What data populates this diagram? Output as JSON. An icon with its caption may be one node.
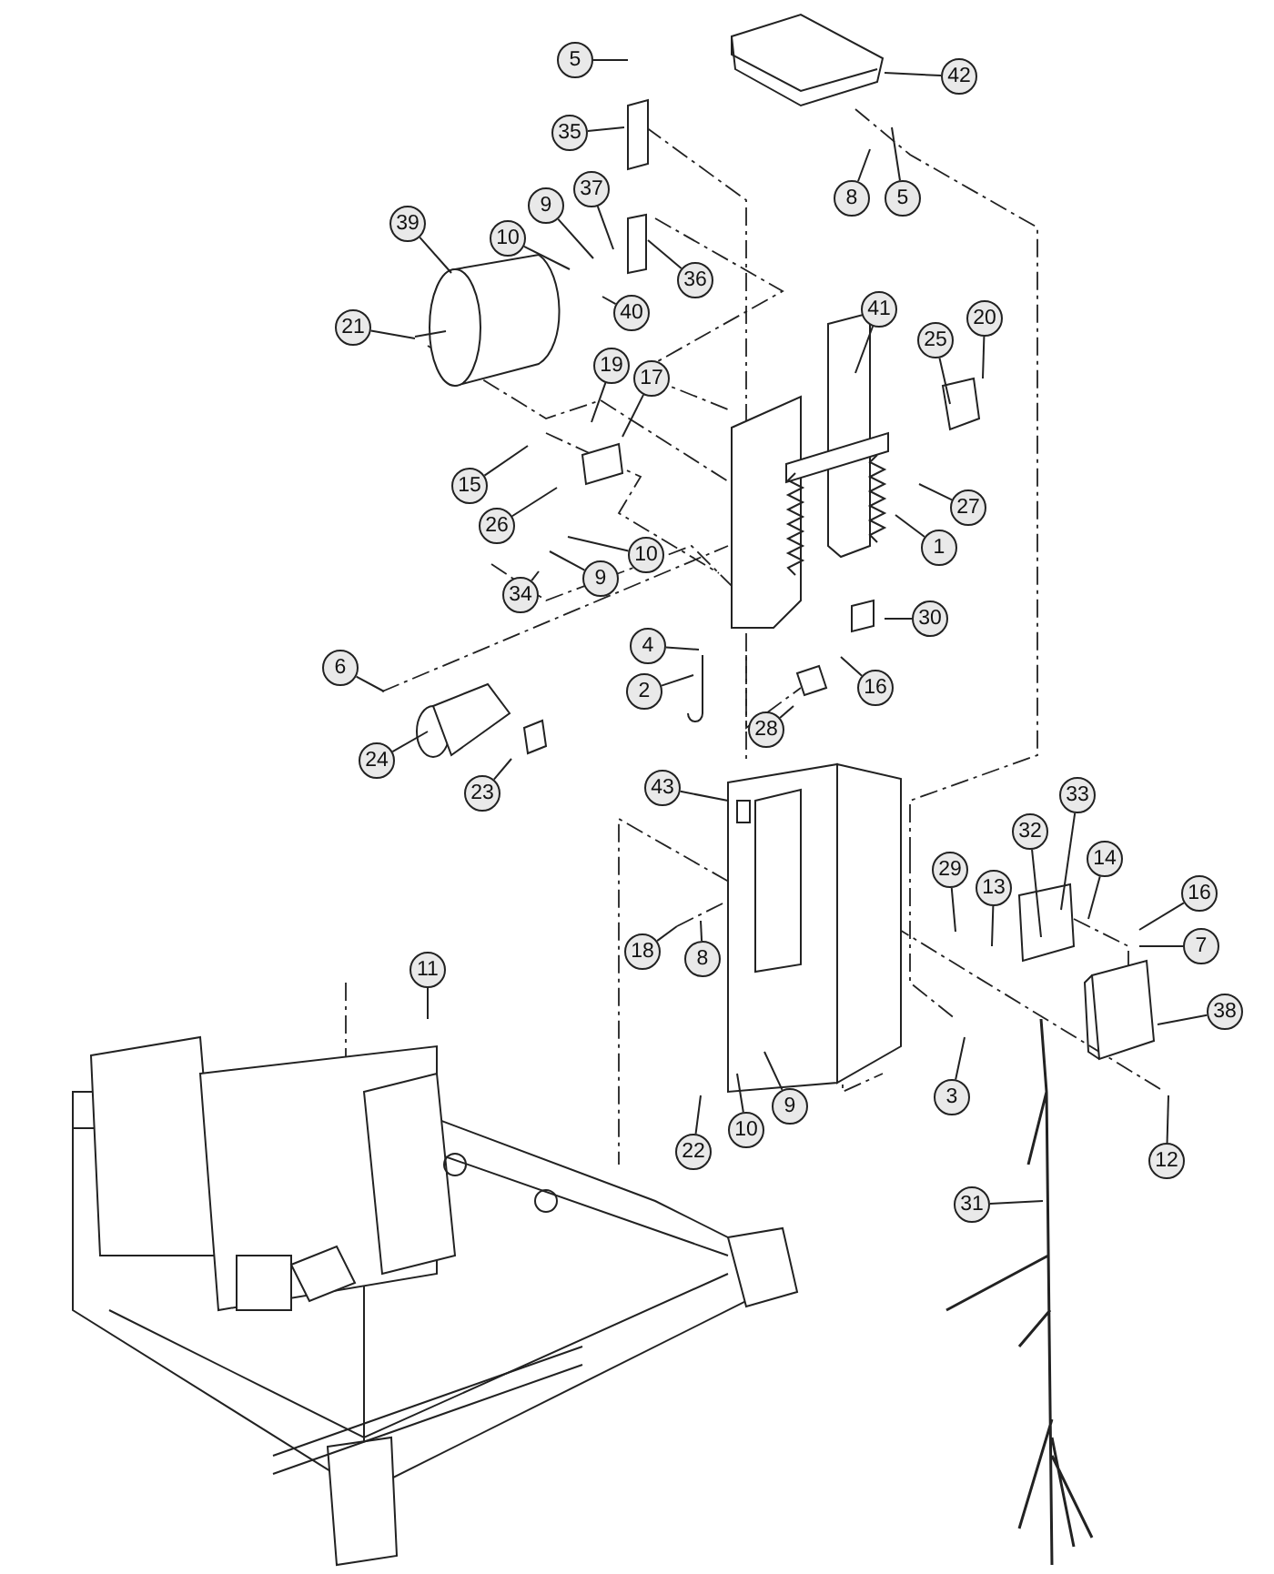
{
  "diagram": {
    "nodes": [
      {
        "text": [
          "5"
        ]
      },
      {
        "text": [
          "42"
        ]
      },
      {
        "text": [
          "35"
        ]
      },
      {
        "text": [
          "8"
        ]
      },
      {
        "text": [
          "5"
        ]
      },
      {
        "text": [
          "39"
        ]
      },
      {
        "text": [
          "9"
        ]
      },
      {
        "text": [
          "37"
        ]
      },
      {
        "text": [
          "10"
        ]
      },
      {
        "text": [
          "36"
        ]
      },
      {
        "text": [
          "40"
        ]
      },
      {
        "text": [
          "21"
        ]
      },
      {
        "text": [
          "19"
        ]
      },
      {
        "text": [
          "17"
        ]
      },
      {
        "text": [
          "41"
        ]
      },
      {
        "text": [
          "25"
        ]
      },
      {
        "text": [
          "20"
        ]
      },
      {
        "text": [
          "15"
        ]
      },
      {
        "text": [
          "26"
        ]
      },
      {
        "text": [
          "27"
        ]
      },
      {
        "text": [
          "1"
        ]
      },
      {
        "text": [
          "10"
        ]
      },
      {
        "text": [
          "9"
        ]
      },
      {
        "text": [
          "34"
        ]
      },
      {
        "text": [
          "30"
        ]
      },
      {
        "text": [
          "4"
        ]
      },
      {
        "text": [
          "6"
        ]
      },
      {
        "text": [
          "2"
        ]
      },
      {
        "text": [
          "16"
        ]
      },
      {
        "text": [
          "28"
        ]
      },
      {
        "text": [
          "24"
        ]
      },
      {
        "text": [
          "23"
        ]
      },
      {
        "text": [
          "43"
        ]
      },
      {
        "text": [
          "33"
        ]
      },
      {
        "text": [
          "32"
        ]
      },
      {
        "text": [
          "14"
        ]
      },
      {
        "text": [
          "29"
        ]
      },
      {
        "text": [
          "13"
        ]
      },
      {
        "text": [
          "16"
        ]
      },
      {
        "text": [
          "7"
        ]
      },
      {
        "text": [
          "18"
        ]
      },
      {
        "text": [
          "8"
        ]
      },
      {
        "text": [
          "38"
        ]
      },
      {
        "text": [
          "11"
        ]
      },
      {
        "text": [
          "3"
        ]
      },
      {
        "text": [
          "9"
        ]
      },
      {
        "text": [
          "10"
        ]
      },
      {
        "text": [
          "22"
        ]
      },
      {
        "text": [
          "12"
        ]
      },
      {
        "text": [
          "31"
        ]
      }
    ],
    "edges": [
      {
        "from": 0,
        "to": null,
        "arrow": "none"
      },
      {
        "from": 1,
        "to": null,
        "arrow": "none"
      },
      {
        "from": 2,
        "to": null,
        "arrow": "none"
      },
      {
        "from": 3,
        "to": null,
        "arrow": "none"
      },
      {
        "from": 4,
        "to": null,
        "arrow": "none"
      },
      {
        "from": 5,
        "to": null,
        "arrow": "none"
      },
      {
        "from": 6,
        "to": null,
        "arrow": "none"
      },
      {
        "from": 7,
        "to": null,
        "arrow": "none"
      },
      {
        "from": 8,
        "to": null,
        "arrow": "none"
      },
      {
        "from": 9,
        "to": null,
        "arrow": "none"
      },
      {
        "from": 10,
        "to": null,
        "arrow": "none"
      },
      {
        "from": 11,
        "to": null,
        "arrow": "none"
      },
      {
        "from": 12,
        "to": null,
        "arrow": "none"
      },
      {
        "from": 13,
        "to": null,
        "arrow": "none"
      },
      {
        "from": 14,
        "to": null,
        "arrow": "none"
      },
      {
        "from": 15,
        "to": null,
        "arrow": "none"
      },
      {
        "from": 16,
        "to": null,
        "arrow": "none"
      },
      {
        "from": 17,
        "to": null,
        "arrow": "none"
      },
      {
        "from": 18,
        "to": null,
        "arrow": "none"
      },
      {
        "from": 19,
        "to": null,
        "arrow": "none"
      },
      {
        "from": 20,
        "to": null,
        "arrow": "none"
      },
      {
        "from": 21,
        "to": null,
        "arrow": "none"
      },
      {
        "from": 22,
        "to": null,
        "arrow": "none"
      },
      {
        "from": 23,
        "to": null,
        "arrow": "none"
      },
      {
        "from": 24,
        "to": null,
        "arrow": "none"
      },
      {
        "from": 25,
        "to": null,
        "arrow": "none"
      },
      {
        "from": 26,
        "to": null,
        "arrow": "none"
      },
      {
        "from": 27,
        "to": null,
        "arrow": "none"
      },
      {
        "from": 28,
        "to": null,
        "arrow": "none"
      },
      {
        "from": 29,
        "to": null,
        "arrow": "none"
      },
      {
        "from": 30,
        "to": null,
        "arrow": "none"
      },
      {
        "from": 31,
        "to": null,
        "arrow": "none"
      },
      {
        "from": 32,
        "to": null,
        "arrow": "none"
      },
      {
        "from": 33,
        "to": null,
        "arrow": "none"
      },
      {
        "from": 34,
        "to": null,
        "arrow": "none"
      },
      {
        "from": 35,
        "to": null,
        "arrow": "none"
      },
      {
        "from": 36,
        "to": null,
        "arrow": "none"
      },
      {
        "from": 37,
        "to": null,
        "arrow": "none"
      },
      {
        "from": 38,
        "to": null,
        "arrow": "none"
      },
      {
        "from": 39,
        "to": null,
        "arrow": "none"
      },
      {
        "from": 40,
        "to": null,
        "arrow": "none"
      },
      {
        "from": 41,
        "to": null,
        "arrow": "none"
      },
      {
        "from": 42,
        "to": null,
        "arrow": "none"
      },
      {
        "from": 43,
        "to": null,
        "arrow": "none"
      },
      {
        "from": 44,
        "to": null,
        "arrow": "none"
      },
      {
        "from": 45,
        "to": null,
        "arrow": "none"
      },
      {
        "from": 46,
        "to": null,
        "arrow": "none"
      },
      {
        "from": 47,
        "to": null,
        "arrow": "none"
      },
      {
        "from": 48,
        "to": null,
        "arrow": "none"
      },
      {
        "from": 49,
        "to": null,
        "arrow": "none"
      }
    ]
  }
}
